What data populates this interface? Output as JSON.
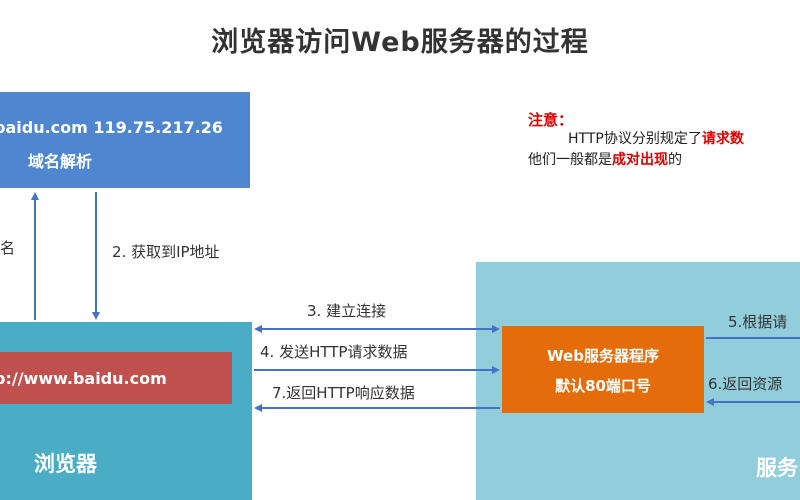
{
  "title": "浏览器访问Web服务器的过程",
  "dns": {
    "line1": "baidu.com 119.75.217.26",
    "line2": "域名解析"
  },
  "browser": {
    "url": "p://www.baidu.com",
    "label": "浏览器"
  },
  "server": {
    "label": "服务",
    "web_line1": "Web服务器程序",
    "web_line2": "默认80端口号"
  },
  "steps": {
    "s1_fragment": "名",
    "s2": "2. 获取到IP地址",
    "s3": "3. 建立连接",
    "s4": "4. 发送HTTP请求数据",
    "s5": "5.根据请",
    "s6": "6.返回资源",
    "s7": "7.返回HTTP响应数据"
  },
  "note": {
    "title": "注意：",
    "line1_pre": "HTTP协议分别规定了",
    "line1_red": "请求数",
    "line2_pre": "他们一般都是",
    "line2_red": "成对出现",
    "line2_post": "的"
  },
  "colors": {
    "dns_box": "#4f86d0",
    "browser_box": "#4bacc6",
    "url_bar": "#c0504d",
    "server_box": "#92cddc",
    "web_box": "#e46c0a",
    "arrow": "#4472c4",
    "note_red": "#e00000"
  }
}
